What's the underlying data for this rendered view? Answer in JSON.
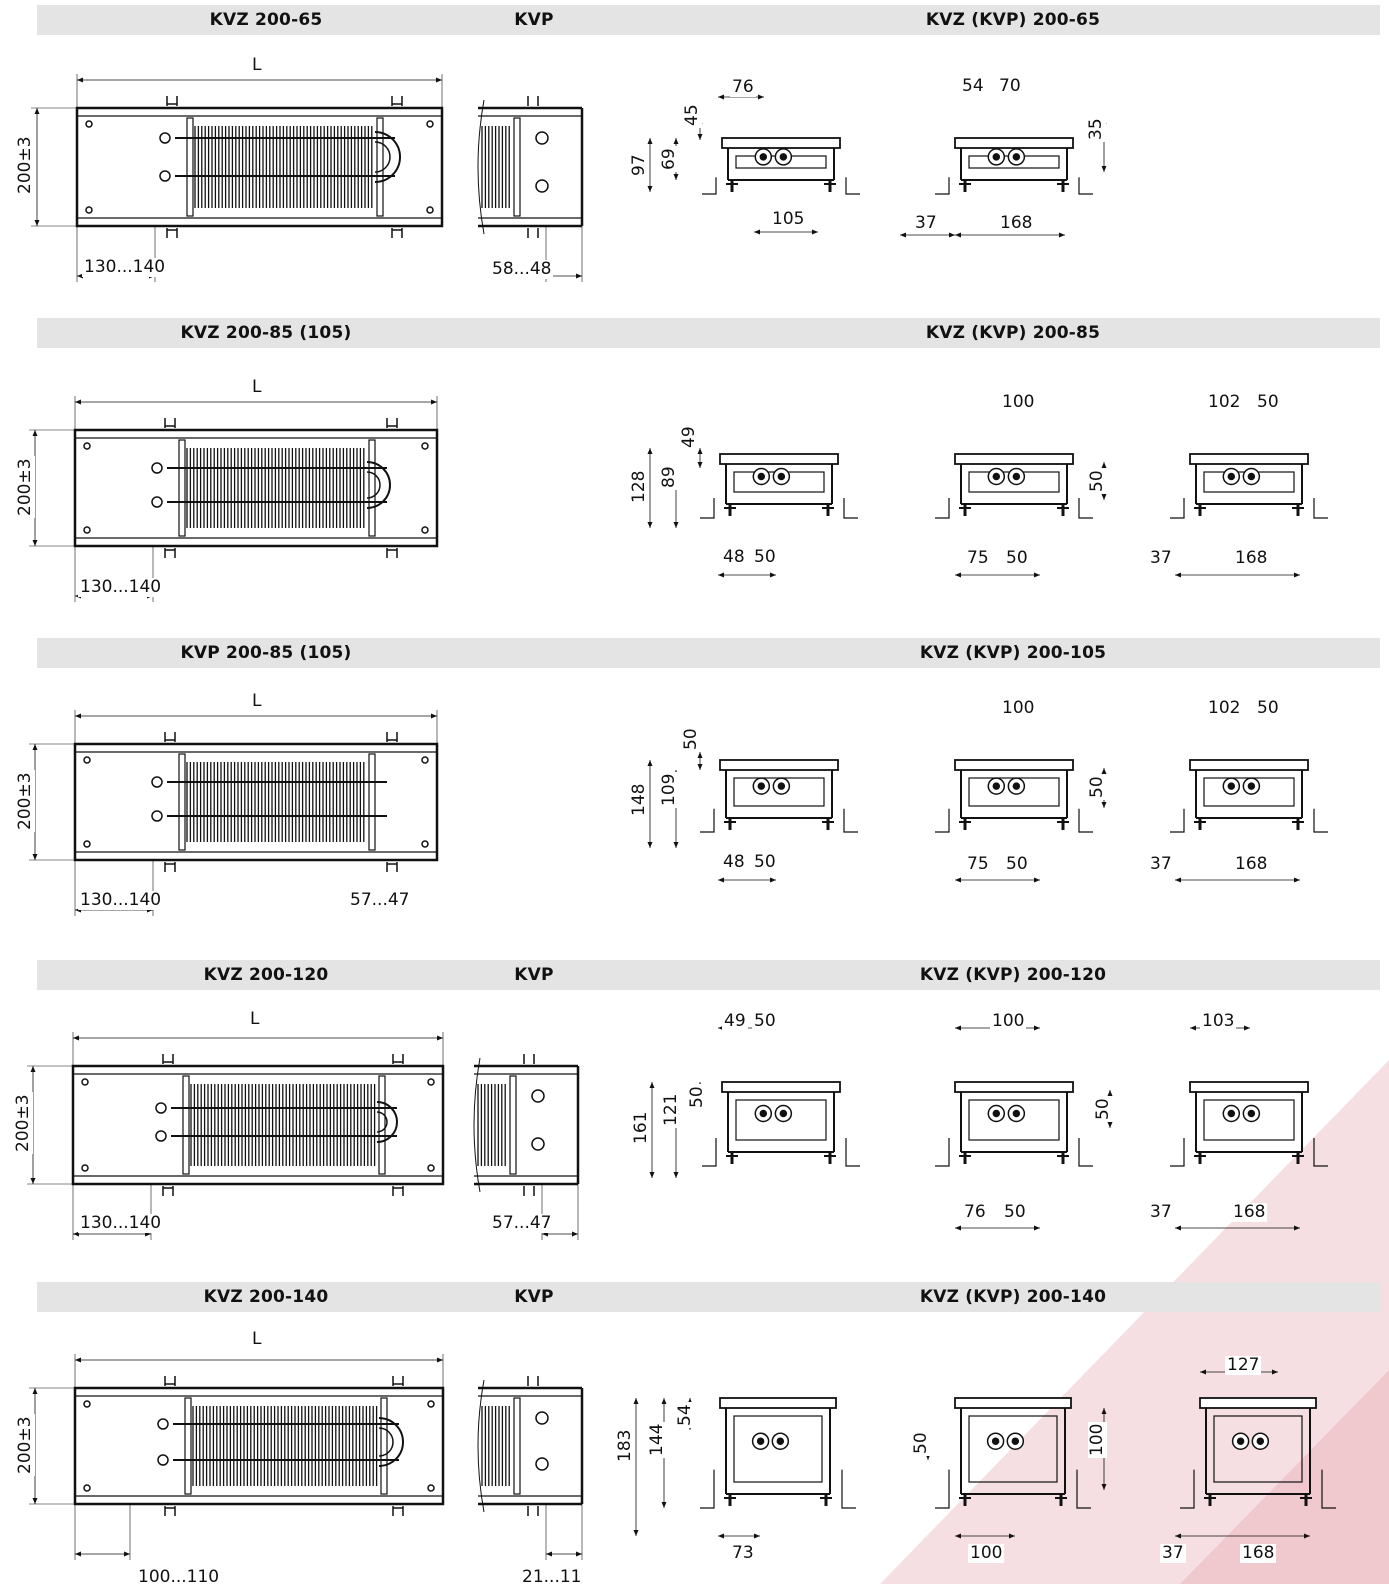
{
  "sections": [
    {
      "titles": [
        "KVZ 200-65",
        "KVP",
        "KVZ (KVP) 200-65"
      ],
      "plan_dims": {
        "length": "L",
        "height": "200±3",
        "offset_left": "130...140",
        "offset_right": "58...48"
      },
      "sections": [
        {
          "dims": [
            "76",
            "45",
            "69",
            "97",
            "105"
          ]
        },
        {
          "dims": [
            "54",
            "70",
            "35",
            "37",
            "168"
          ]
        }
      ]
    },
    {
      "titles": [
        "KVZ 200-85 (105)",
        "KVZ (KVP) 200-85"
      ],
      "plan_dims": {
        "length": "L",
        "height": "200±3",
        "offset_left": "130...140"
      },
      "sections": [
        {
          "dims": [
            "49",
            "89",
            "128",
            "48",
            "50"
          ]
        },
        {
          "dims": [
            "100",
            "50",
            "75",
            "50"
          ]
        },
        {
          "dims": [
            "102",
            "50",
            "37",
            "168"
          ]
        }
      ]
    },
    {
      "titles": [
        "KVP 200-85 (105)",
        "KVZ (KVP) 200-105"
      ],
      "plan_dims": {
        "length": "L",
        "height": "200±3",
        "offset_left": "130...140",
        "offset_right": "57...47"
      },
      "sections": [
        {
          "dims": [
            "50",
            "109",
            "148",
            "48",
            "50"
          ]
        },
        {
          "dims": [
            "100",
            "50",
            "75",
            "50"
          ]
        },
        {
          "dims": [
            "102",
            "50",
            "37",
            "168"
          ]
        }
      ]
    },
    {
      "titles": [
        "KVZ 200-120",
        "KVP",
        "KVZ (KVP) 200-120"
      ],
      "plan_dims": {
        "length": "L",
        "height": "200±3",
        "offset_left": "130...140",
        "offset_right": "57...47"
      },
      "sections": [
        {
          "dims": [
            "49",
            "50",
            "50",
            "121",
            "161"
          ]
        },
        {
          "dims": [
            "100",
            "50",
            "76",
            "50"
          ]
        },
        {
          "dims": [
            "103",
            "37",
            "168"
          ]
        }
      ]
    },
    {
      "titles": [
        "KVZ 200-140",
        "KVP",
        "KVZ (KVP) 200-140"
      ],
      "plan_dims": {
        "length": "L",
        "height": "200±3",
        "offset_left": "100...110",
        "offset_right": "21...11"
      },
      "sections": [
        {
          "dims": [
            "54",
            "144",
            "183",
            "73"
          ]
        },
        {
          "dims": [
            "50",
            "100",
            "100"
          ]
        },
        {
          "dims": [
            "127",
            "37",
            "168"
          ]
        }
      ]
    }
  ],
  "colors": {
    "band": "#e4e4e4",
    "line": "#111111",
    "watermark": "#f3d6da"
  }
}
